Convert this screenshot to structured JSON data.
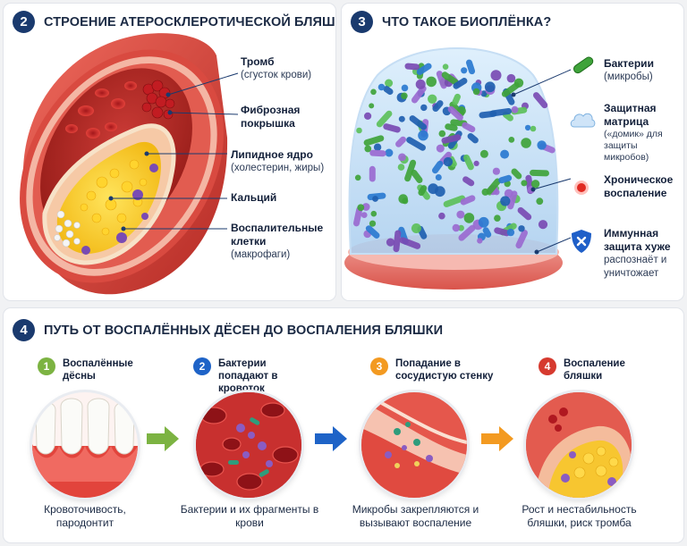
{
  "panel_plaque": {
    "number": "2",
    "title": "СТРОЕНИЕ АТЕРОСКЛЕРОТИЧЕСКОЙ БЛЯШКИ",
    "labels": [
      {
        "bold": "Тромб",
        "sub": "(сгусток крови)"
      },
      {
        "bold": "Фиброзная покрышка",
        "sub": ""
      },
      {
        "bold": "Липидное ядро",
        "sub": "(холестерин, жиры)"
      },
      {
        "bold": "Кальций",
        "sub": ""
      },
      {
        "bold": "Воспалительные клетки",
        "sub": "(макрофаги)"
      }
    ]
  },
  "panel_biofilm": {
    "number": "3",
    "title": "ЧТО ТАКОЕ БИОПЛЁНКА?",
    "legend": [
      {
        "icon": "bacteria-icon",
        "bold": "Бактерии",
        "sub": "(микробы)"
      },
      {
        "icon": "cloud-matrix-icon",
        "bold": "Защитная матрица",
        "sub": "(«домик» для защиты микробов)"
      },
      {
        "icon": "inflammation-dot-icon",
        "bold": "Хроническое воспаление",
        "sub": ""
      },
      {
        "icon": "shield-x-icon",
        "bold": "Иммунная защита хуже",
        "sub": "распознаёт и уничтожает"
      }
    ]
  },
  "panel_path": {
    "number": "4",
    "title": "ПУТЬ ОТ ВОСПАЛЁННЫХ ДЁСЕН ДО ВОСПАЛЕНИЯ БЛЯШКИ",
    "steps": [
      {
        "number": "1",
        "title": "Воспалённые дёсны",
        "caption": "Кровоточивость, пародонтит",
        "color": "#7cb342"
      },
      {
        "number": "2",
        "title": "Бактерии попадают в кровоток",
        "caption": "Бактерии и их фрагменты в крови",
        "color": "#1e63c7"
      },
      {
        "number": "3",
        "title": "Попадание в сосудистую стенку",
        "caption": "Микробы закрепляются и вызывают воспаление",
        "color": "#f39a21"
      },
      {
        "number": "4",
        "title": "Воспаление бляшки",
        "caption": "Рост и нестабильность бляшки, риск тромба",
        "color": "#d63a2f"
      }
    ],
    "arrow_colors": [
      "#7cb342",
      "#1e63c7",
      "#f39a21"
    ]
  }
}
